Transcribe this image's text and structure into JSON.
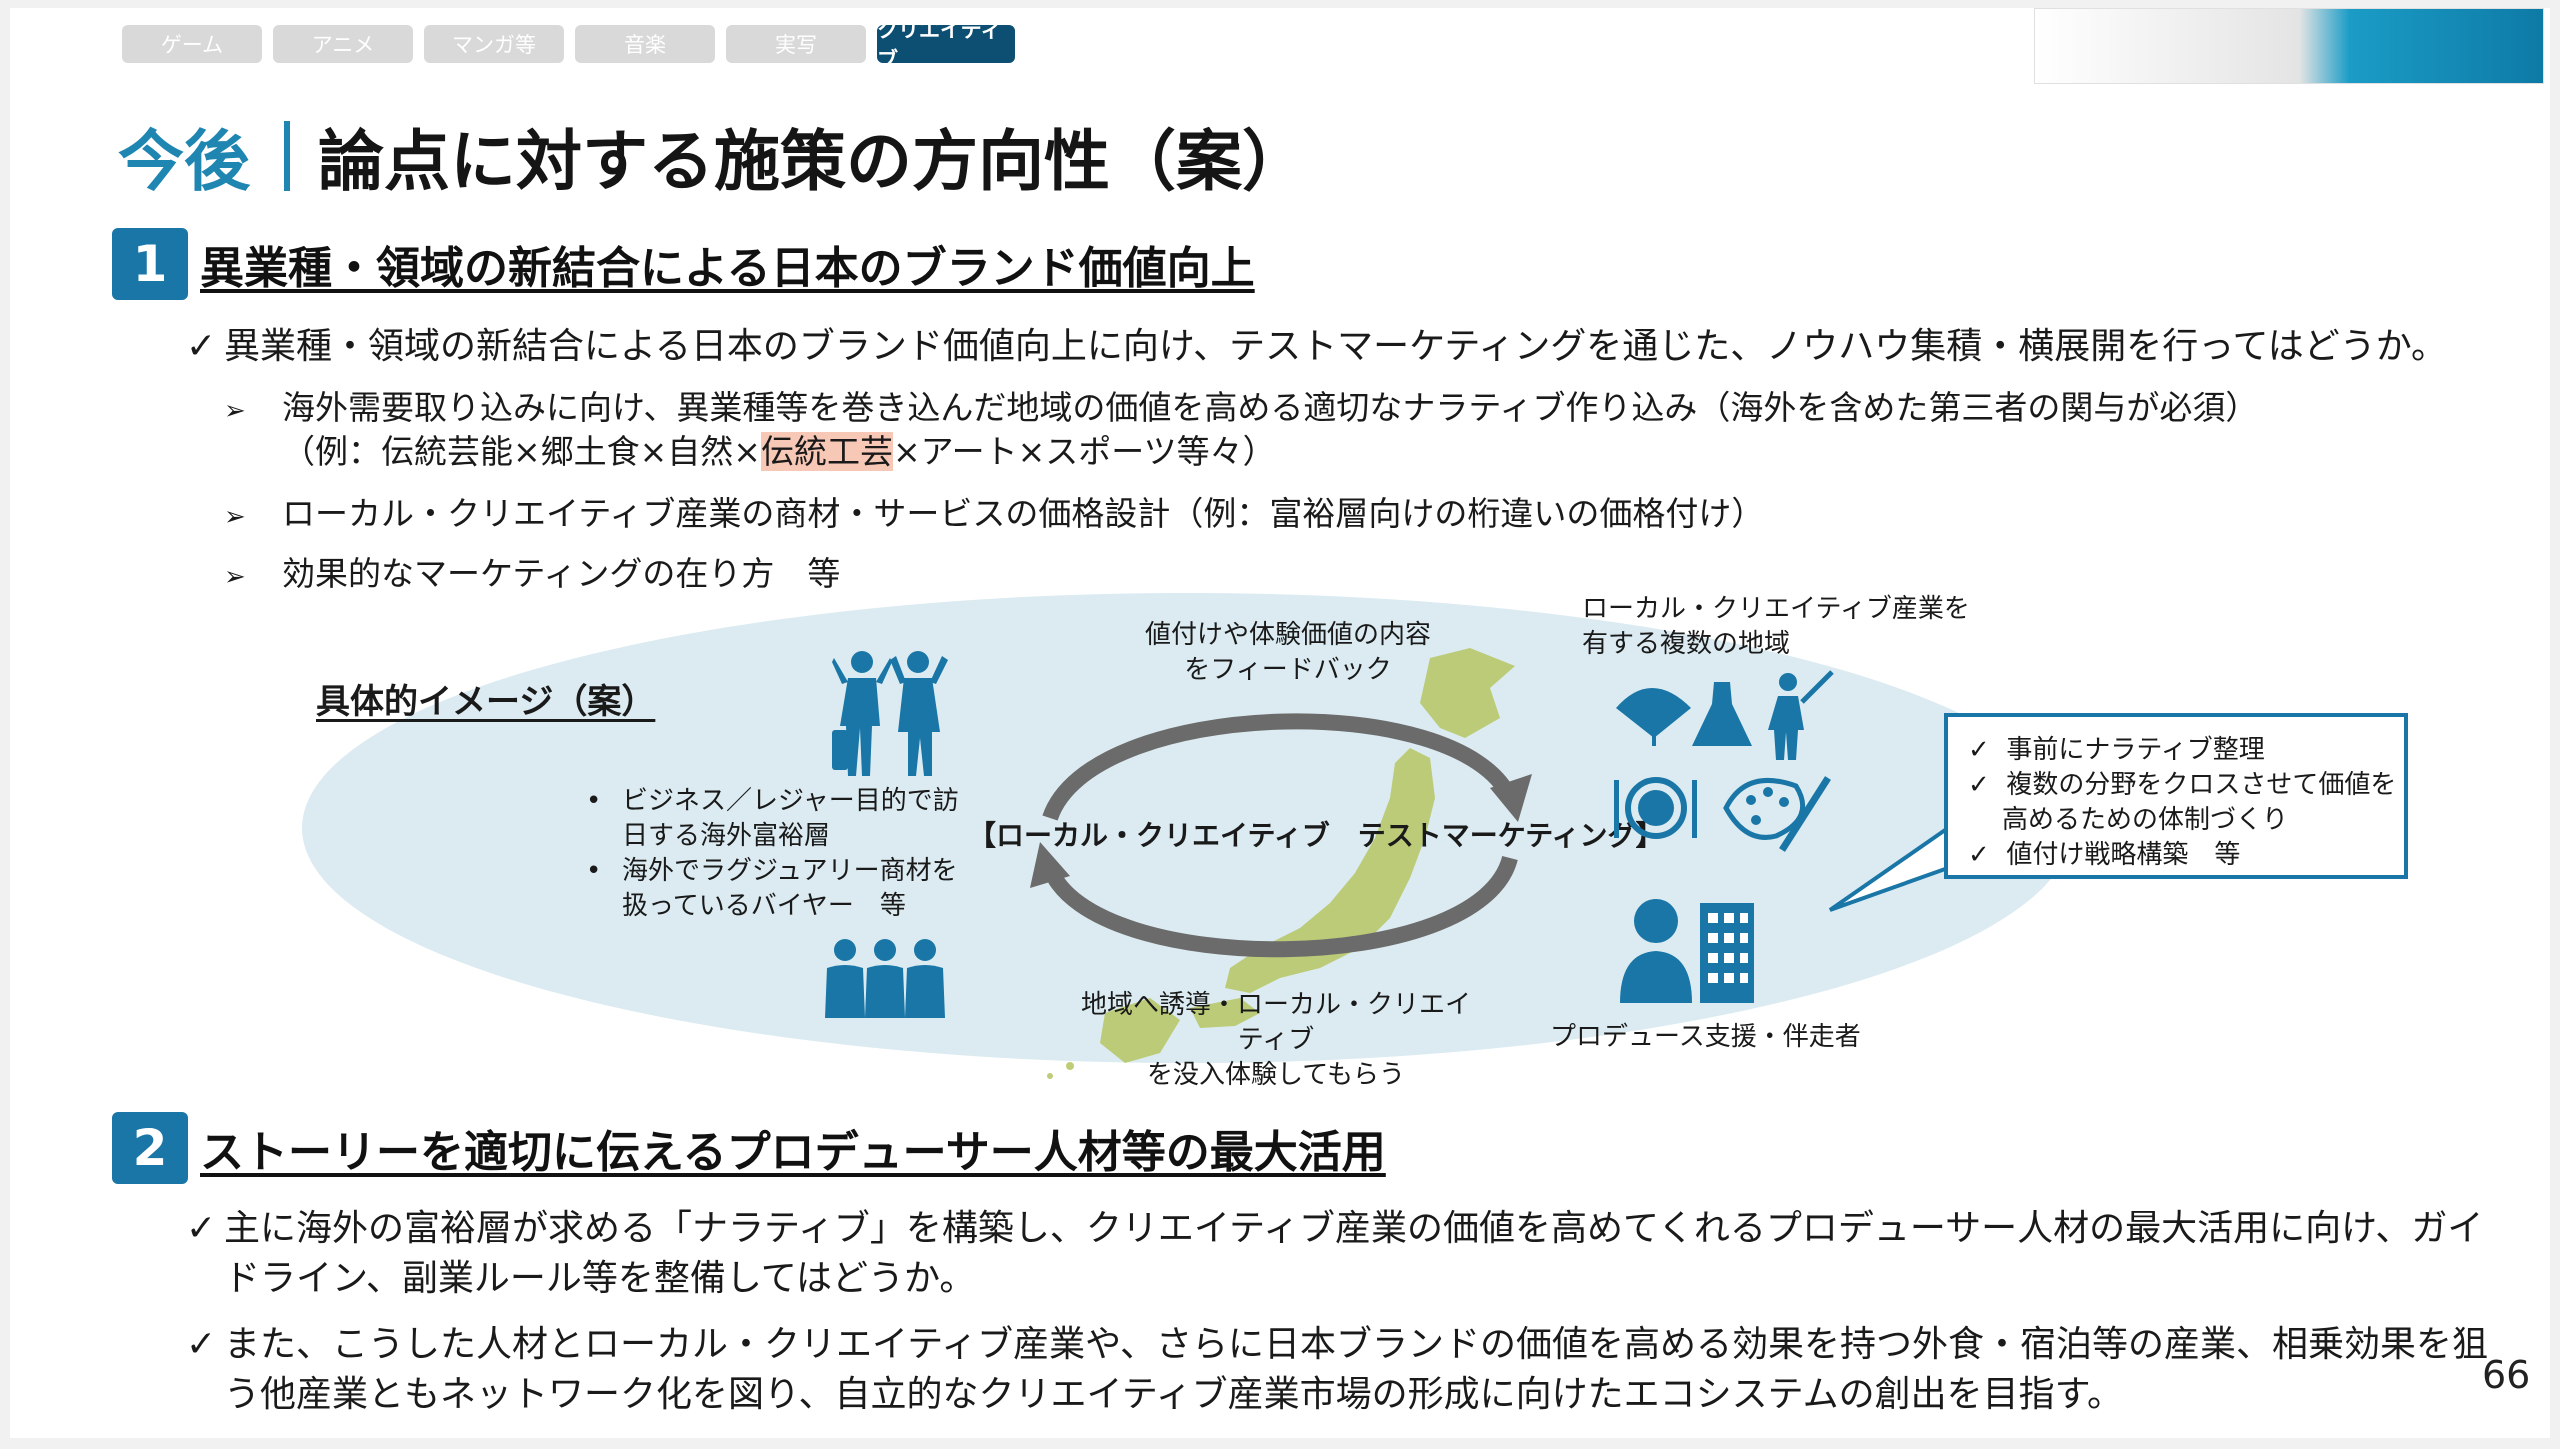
{
  "tabs": [
    {
      "label": "ゲーム"
    },
    {
      "label": "アニメ"
    },
    {
      "label": "マンガ等"
    },
    {
      "label": "音楽"
    },
    {
      "label": "実写"
    },
    {
      "label": "クリエイティブ"
    }
  ],
  "title": {
    "accent": "今後",
    "main": "論点に対する施策の方向性（案）"
  },
  "section1": {
    "number": "1",
    "title": "異業種・領域の新結合による日本のブランド価値向上",
    "check": "異業種・領域の新結合による日本のブランド価値向上に向け、テストマーケティングを通じた、ノウハウ集積・横展開を行ってはどうか。",
    "bullets": [
      {
        "line1": "海外需要取り込みに向け、異業種等を巻き込んだ地域の価値を高める適切なナラティブ作り込み（海外を含めた第三者の関与が必須）",
        "line2_pre": "（例：伝統芸能×郷土食×自然×",
        "line2_hl": "伝統工芸",
        "line2_post": "×アート×スポーツ等々）"
      },
      {
        "line1": "ローカル・クリエイティブ産業の商材・サービスの価格設計（例：富裕層向けの桁違いの価格付け）"
      },
      {
        "line1": "効果的なマーケティングの在り方　等"
      }
    ]
  },
  "image": {
    "label": "具体的イメージ（案）",
    "left_items": [
      "ビジネス／レジャー目的で訪",
      "日する海外富裕層",
      "海外でラグジュアリー商材を",
      "扱っているバイヤー　等"
    ],
    "feedback": [
      "値付けや体験価値の内容",
      "をフィードバック"
    ],
    "center": "【ローカル・クリエイティブ　テストマーケティング】",
    "guide": [
      "地域へ誘導・ローカル・クリエイティブ",
      "を没入体験してもらう"
    ],
    "region": [
      "ローカル・クリエイティブ産業を",
      "有する複数の地域"
    ],
    "producer": "プロデュース支援・伴走者",
    "callout": [
      "事前にナラティブ整理",
      "複数の分野をクロスさせて価値を",
      "高めるための体制づくり",
      "値付け戦略構築　等"
    ]
  },
  "section2": {
    "number": "2",
    "title": "ストーリーを適切に伝えるプロデューサー人材等の最大活用",
    "checks": [
      {
        "line1": "主に海外の富裕層が求める「ナラティブ」を構築し、クリエイティブ産業の価値を高めてくれるプロデューサー人材の最大活用に向け、ガイ",
        "line2": "ドライン、副業ルール等を整備してはどうか。"
      },
      {
        "line1": "また、こうした人材とローカル・クリエイティブ産業や、さらに日本ブランドの価値を高める効果を持つ外食・宿泊等の産業、相乗効果を狙",
        "line2": "う他産業ともネットワーク化を図り、自立的なクリエイティブ産業市場の形成に向けたエコシステムの創出を目指す。"
      }
    ]
  },
  "check_mark": "✓",
  "arrow_mark": "➢",
  "bullet_dot": "•",
  "page_number": "66",
  "colors": {
    "accent": "#1f86b2",
    "section": "#1976a6",
    "tab_active": "#0d4f73",
    "map": "#b8c86a",
    "highlight": "#f7c8b6"
  }
}
